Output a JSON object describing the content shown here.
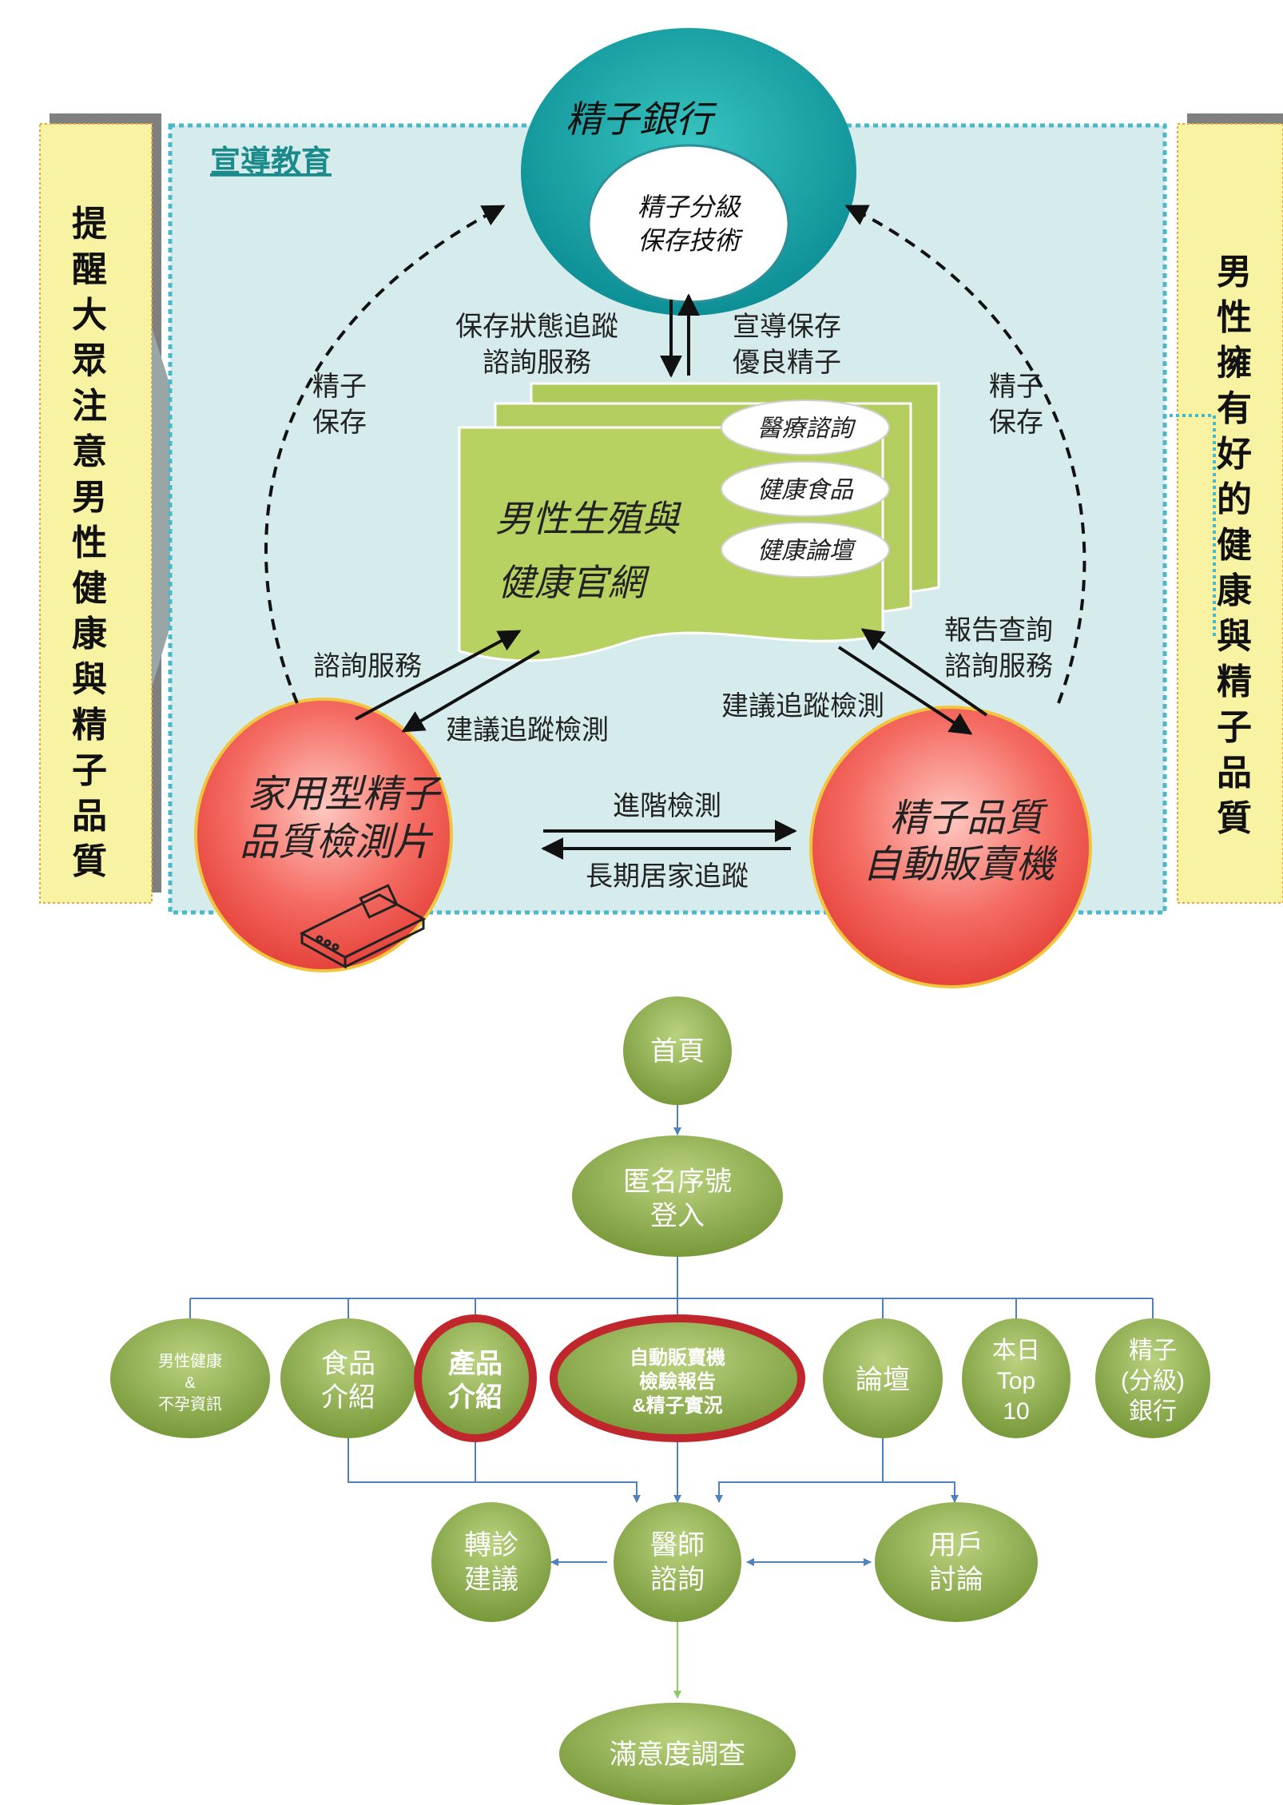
{
  "top": {
    "frame_title": "宣導教育",
    "left_banner": [
      "提",
      "醒",
      "大",
      "眾",
      "注",
      "意",
      "男",
      "性",
      "健",
      "康",
      "與",
      "精",
      "子",
      "品",
      "質"
    ],
    "right_banner": [
      "男",
      "性",
      "擁",
      "有",
      "好",
      "的",
      "健",
      "康",
      "與",
      "精",
      "子",
      "品",
      "質"
    ],
    "sperm_bank": {
      "title": "精子銀行",
      "inner": [
        "精子分級",
        "保存技術"
      ]
    },
    "label_left_top": [
      "保存狀態追蹤",
      "諮詢服務"
    ],
    "label_right_top": [
      "宣導保存",
      "優良精子"
    ],
    "left_arc_label": [
      "精子",
      "保存"
    ],
    "right_arc_label": [
      "精子",
      "保存"
    ],
    "website": {
      "title": [
        "男性生殖與",
        "健康官網"
      ],
      "tags": [
        "醫療諮詢",
        "健康食品",
        "健康論壇"
      ]
    },
    "label_consult_left": "諮詢服務",
    "label_track_left": "建議追蹤檢測",
    "label_report_right": [
      "報告查詢",
      "諮詢服務"
    ],
    "label_track_right": "建議追蹤檢測",
    "home_kit": [
      "家用型精子",
      "品質檢測片"
    ],
    "vending": [
      "精子品質",
      "自動販賣機"
    ],
    "label_advanced": "進階檢測",
    "label_longterm": "長期居家追蹤"
  },
  "flow": {
    "home": "首頁",
    "login": [
      "匿名序號",
      "登入"
    ],
    "men_health": [
      "男性健康",
      "&",
      "不孕資訊"
    ],
    "food": [
      "食品",
      "介紹"
    ],
    "product": [
      "產品",
      "介紹"
    ],
    "vending_report": [
      "自動販賣機",
      "檢驗報告",
      "&精子實況"
    ],
    "forum": "論壇",
    "top10": [
      "本日",
      "Top",
      "10"
    ],
    "sperm_bank": [
      "精子",
      "(分級)",
      "銀行"
    ],
    "referral": [
      "轉診",
      "建議"
    ],
    "doctor": [
      "醫師",
      "諮詢"
    ],
    "user_discussion": [
      "用戶",
      "討論"
    ],
    "survey": "滿意度調查"
  },
  "colors": {
    "green": "#8fae4e",
    "highlight_red": "#c0272d",
    "teal": "#14a3a6",
    "red_oval": "#ee4a4a",
    "banner": "#f7f3a2",
    "frame_bg": "#d6ecec"
  }
}
